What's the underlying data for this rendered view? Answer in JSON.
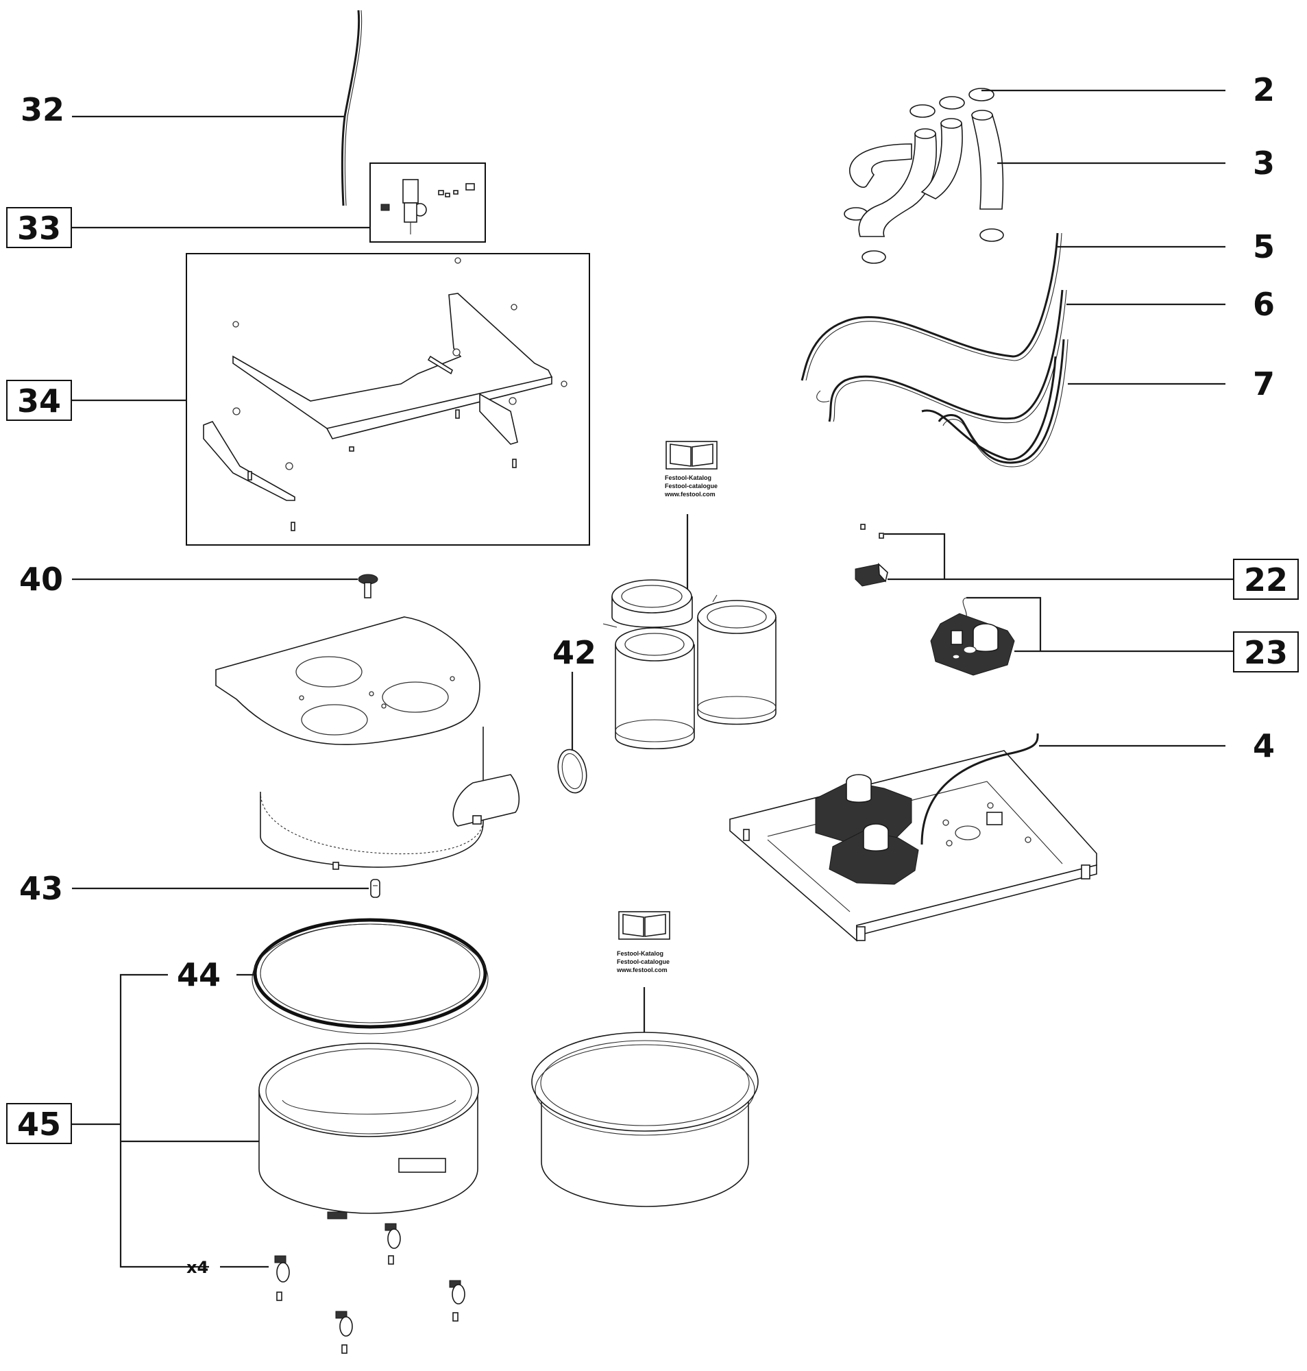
{
  "colors": {
    "line": "#1a1a1a",
    "background": "#ffffff"
  },
  "callouts": [
    {
      "id": "32",
      "boxed": false
    },
    {
      "id": "33",
      "boxed": true
    },
    {
      "id": "34",
      "boxed": true
    },
    {
      "id": "40",
      "boxed": false
    },
    {
      "id": "42",
      "boxed": false
    },
    {
      "id": "43",
      "boxed": false
    },
    {
      "id": "44",
      "boxed": false
    },
    {
      "id": "45",
      "boxed": true
    },
    {
      "id": "2",
      "boxed": false
    },
    {
      "id": "3",
      "boxed": false
    },
    {
      "id": "5",
      "boxed": false
    },
    {
      "id": "6",
      "boxed": false
    },
    {
      "id": "7",
      "boxed": false
    },
    {
      "id": "22",
      "boxed": true
    },
    {
      "id": "23",
      "boxed": true
    },
    {
      "id": "4",
      "boxed": false
    }
  ],
  "quantity_note": "x4",
  "catalog_refs": [
    {
      "icon": "open-book-icon",
      "line1": "Festool-Katalog",
      "line2": "Festool-catalogue",
      "line3": "www.festool.com"
    },
    {
      "icon": "open-book-icon",
      "line1": "Festool-Katalog",
      "line2": "Festool-catalogue",
      "line3": "www.festool.com"
    }
  ]
}
